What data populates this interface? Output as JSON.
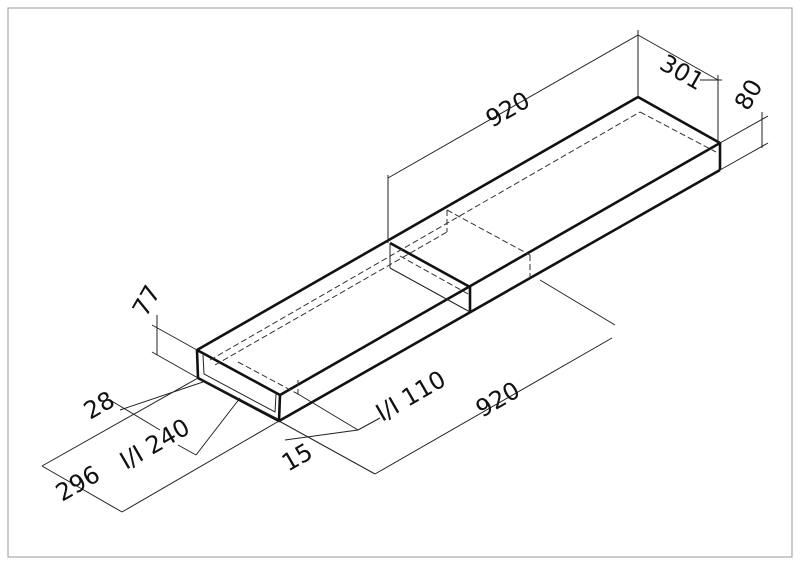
{
  "drawing": {
    "dimensions": {
      "length_top": "920",
      "depth_back": "301",
      "height_back": "80",
      "height_front": "77",
      "lip": "28",
      "inner_width": "I/I 240",
      "outer_width": "296",
      "offset": "15",
      "inner_height": "I/I 110",
      "length_bottom": "920"
    }
  }
}
